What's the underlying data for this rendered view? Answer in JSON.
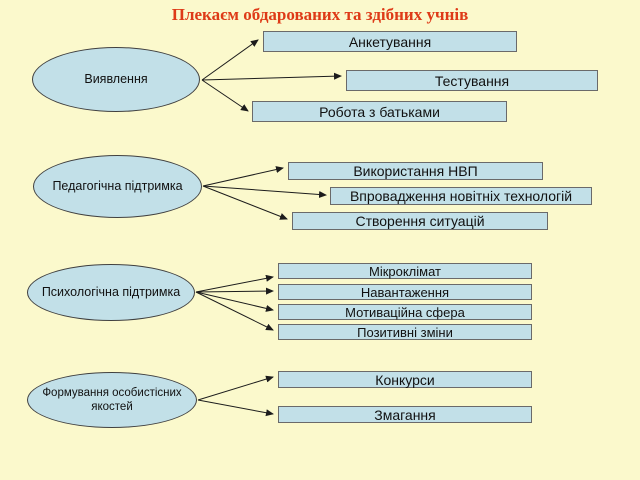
{
  "slide": {
    "title": "Плекаєм обдарованих та здібних учнів",
    "title_color": "#de3a17",
    "background_color": "#fbf9cc",
    "shape_fill_color": "#c2e0e8",
    "ellipse_border_color": "#404040",
    "box_border_color": "#6a6a6a",
    "connector_color": "#1c1c1c"
  },
  "sections": [
    {
      "ellipse": {
        "label": "Виявлення"
      },
      "boxes": [
        {
          "label": "Анкетування"
        },
        {
          "label": "Тестування"
        },
        {
          "label": "Робота з батьками"
        }
      ]
    },
    {
      "ellipse": {
        "label": "Педагогічна підтримка"
      },
      "boxes": [
        {
          "label": "Використання НВП"
        },
        {
          "label": "Впровадження новітніх технологій"
        },
        {
          "label": "Створення ситуацій"
        }
      ]
    },
    {
      "ellipse": {
        "label": "Психологічна підтримка"
      },
      "boxes": [
        {
          "label": "Мікроклімат"
        },
        {
          "label": "Навантаження"
        },
        {
          "label": "Мотиваційна сфера"
        },
        {
          "label": "Позитивні зміни"
        }
      ]
    },
    {
      "ellipse": {
        "label": "Формування особистісних якостей"
      },
      "boxes": [
        {
          "label": "Конкурси"
        },
        {
          "label": "Змагання"
        }
      ]
    }
  ]
}
